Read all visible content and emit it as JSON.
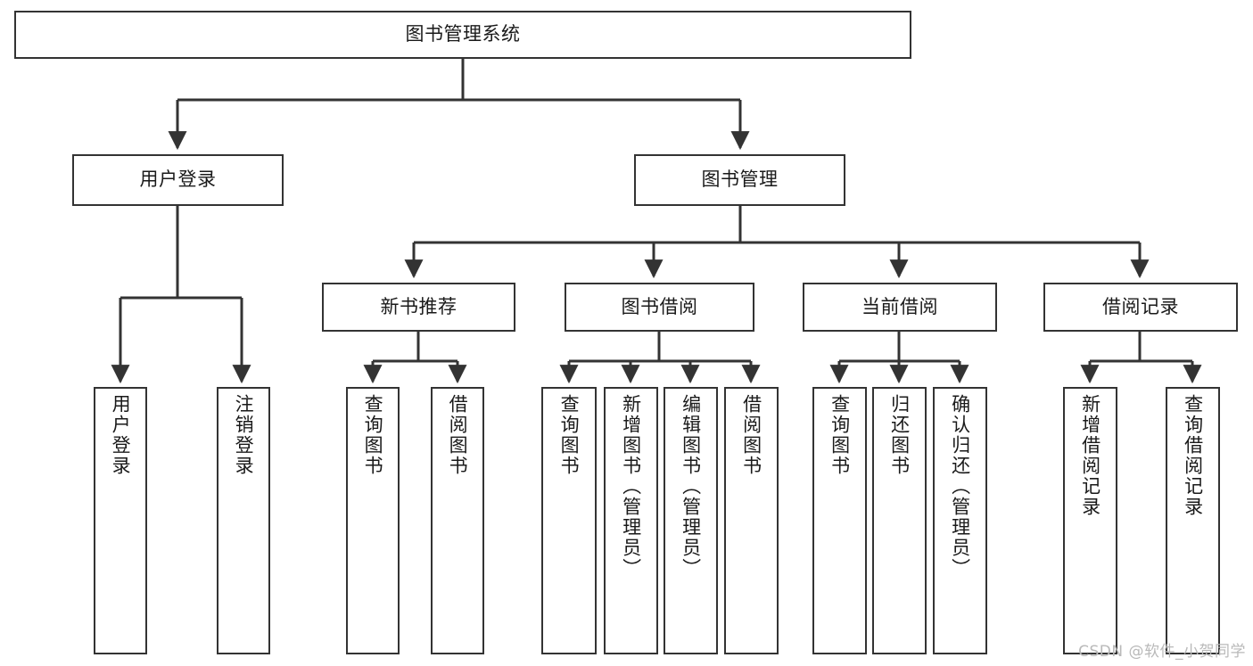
{
  "diagram": {
    "title": "图书管理系统",
    "watermark": "CSDN @软件_小贺同学",
    "colors": {
      "box_border": "#333333",
      "box_fill": "#ffffff",
      "edge": "#333333",
      "text": "#1a1a1a",
      "watermark": "#b9b9b9",
      "background": "#ffffff"
    },
    "levels": {
      "root": {
        "label": "图书管理系统",
        "orientation": "horizontal"
      },
      "level2": [
        {
          "label": "用户登录",
          "orientation": "horizontal"
        },
        {
          "label": "图书管理",
          "orientation": "horizontal"
        }
      ],
      "level3": [
        {
          "label": "新书推荐",
          "orientation": "horizontal"
        },
        {
          "label": "图书借阅",
          "orientation": "horizontal"
        },
        {
          "label": "当前借阅",
          "orientation": "horizontal"
        },
        {
          "label": "借阅记录",
          "orientation": "horizontal"
        }
      ],
      "leaves": {
        "user_login": [
          {
            "label": "用户登录",
            "orientation": "vertical"
          },
          {
            "label": "注销登录",
            "orientation": "vertical"
          }
        ],
        "new_book_recommend": [
          {
            "label": "查询图书",
            "orientation": "vertical"
          },
          {
            "label": "借阅图书",
            "orientation": "vertical"
          }
        ],
        "book_borrow": [
          {
            "label": "查询图书",
            "orientation": "vertical"
          },
          {
            "label": "新增图书（管理员）",
            "orientation": "vertical"
          },
          {
            "label": "编辑图书（管理员）",
            "orientation": "vertical"
          },
          {
            "label": "借阅图书",
            "orientation": "vertical"
          }
        ],
        "current_borrow": [
          {
            "label": "查询图书",
            "orientation": "vertical"
          },
          {
            "label": "归还图书",
            "orientation": "vertical"
          },
          {
            "label": "确认归还（管理员）",
            "orientation": "vertical"
          }
        ],
        "borrow_record": [
          {
            "label": "新增借阅记录",
            "orientation": "vertical"
          },
          {
            "label": "查询借阅记录",
            "orientation": "vertical"
          }
        ]
      }
    }
  }
}
